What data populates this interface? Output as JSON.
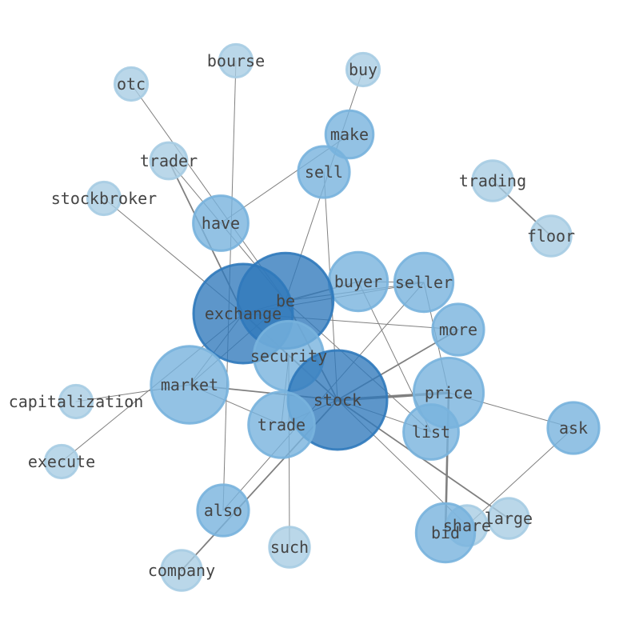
{
  "colors": {
    "edge": "#808080",
    "label": "#444444",
    "node_light": "#a6cce3",
    "node_mid": "#78b3dd",
    "node_dark": "#2f79bb"
  },
  "nodes": [
    {
      "id": "bourse",
      "label": "bourse",
      "weight": 0.1
    },
    {
      "id": "buy",
      "label": "buy",
      "weight": 0.1
    },
    {
      "id": "otc",
      "label": "otc",
      "weight": 0.1
    },
    {
      "id": "make",
      "label": "make",
      "weight": 0.3
    },
    {
      "id": "trader",
      "label": "trader",
      "weight": 0.15
    },
    {
      "id": "sell",
      "label": "sell",
      "weight": 0.35
    },
    {
      "id": "trading",
      "label": "trading",
      "weight": 0.2
    },
    {
      "id": "stockbroker",
      "label": "stockbroker",
      "weight": 0.1
    },
    {
      "id": "have",
      "label": "have",
      "weight": 0.4
    },
    {
      "id": "floor",
      "label": "floor",
      "weight": 0.2
    },
    {
      "id": "buyer",
      "label": "buyer",
      "weight": 0.45
    },
    {
      "id": "seller",
      "label": "seller",
      "weight": 0.45
    },
    {
      "id": "be",
      "label": "be",
      "weight": 0.95
    },
    {
      "id": "exchange",
      "label": "exchange",
      "weight": 1.0
    },
    {
      "id": "more",
      "label": "more",
      "weight": 0.35
    },
    {
      "id": "security",
      "label": "security",
      "weight": 0.6
    },
    {
      "id": "market",
      "label": "market",
      "weight": 0.7
    },
    {
      "id": "capitalization",
      "label": "capitalization",
      "weight": 0.1
    },
    {
      "id": "stock",
      "label": "stock",
      "weight": 1.0
    },
    {
      "id": "price",
      "label": "price",
      "weight": 0.6
    },
    {
      "id": "trade",
      "label": "trade",
      "weight": 0.55
    },
    {
      "id": "list",
      "label": "list",
      "weight": 0.4
    },
    {
      "id": "ask",
      "label": "ask",
      "weight": 0.35
    },
    {
      "id": "execute",
      "label": "execute",
      "weight": 0.1
    },
    {
      "id": "also",
      "label": "also",
      "weight": 0.35
    },
    {
      "id": "large",
      "label": "large",
      "weight": 0.2
    },
    {
      "id": "share",
      "label": "share",
      "weight": 0.2
    },
    {
      "id": "bid",
      "label": "bid",
      "weight": 0.45
    },
    {
      "id": "such",
      "label": "such",
      "weight": 0.2
    },
    {
      "id": "company",
      "label": "company",
      "weight": 0.2
    }
  ],
  "edges": [
    {
      "source": "trading",
      "target": "floor",
      "weight": 2
    },
    {
      "source": "stock",
      "target": "price",
      "weight": 4
    },
    {
      "source": "price",
      "target": "bid",
      "weight": 3
    },
    {
      "source": "stock",
      "target": "exchange",
      "weight": 2
    },
    {
      "source": "stock",
      "target": "market",
      "weight": 2
    },
    {
      "source": "stock",
      "target": "be",
      "weight": 2
    },
    {
      "source": "stock",
      "target": "company",
      "weight": 2
    },
    {
      "source": "stock",
      "target": "share",
      "weight": 1
    },
    {
      "source": "stock",
      "target": "large",
      "weight": 2
    },
    {
      "source": "stock",
      "target": "list",
      "weight": 1
    },
    {
      "source": "stock",
      "target": "sell",
      "weight": 1
    },
    {
      "source": "stock",
      "target": "more",
      "weight": 2
    },
    {
      "source": "stock",
      "target": "trade",
      "weight": 1
    },
    {
      "source": "exchange",
      "target": "trader",
      "weight": 2
    },
    {
      "source": "exchange",
      "target": "stockbroker",
      "weight": 1
    },
    {
      "source": "exchange",
      "target": "market",
      "weight": 1
    },
    {
      "source": "exchange",
      "target": "more",
      "weight": 1
    },
    {
      "source": "exchange",
      "target": "execute",
      "weight": 1
    },
    {
      "source": "exchange",
      "target": "seller",
      "weight": 1
    },
    {
      "source": "exchange",
      "target": "buyer",
      "weight": 1
    },
    {
      "source": "exchange",
      "target": "security",
      "weight": 1
    },
    {
      "source": "be",
      "target": "buy",
      "weight": 1
    },
    {
      "source": "be",
      "target": "otc",
      "weight": 1
    },
    {
      "source": "be",
      "target": "buyer",
      "weight": 1
    },
    {
      "source": "be",
      "target": "seller",
      "weight": 1
    },
    {
      "source": "be",
      "target": "list",
      "weight": 1
    },
    {
      "source": "be",
      "target": "trader",
      "weight": 1
    },
    {
      "source": "be",
      "target": "market",
      "weight": 1
    },
    {
      "source": "have",
      "target": "make",
      "weight": 1
    },
    {
      "source": "bourse",
      "target": "also",
      "weight": 1
    },
    {
      "source": "buyer",
      "target": "seller",
      "weight": 1
    },
    {
      "source": "buyer",
      "target": "list",
      "weight": 1
    },
    {
      "source": "seller",
      "target": "price",
      "weight": 1
    },
    {
      "source": "seller",
      "target": "also",
      "weight": 1
    },
    {
      "source": "security",
      "target": "trade",
      "weight": 1
    },
    {
      "source": "security",
      "target": "such",
      "weight": 1
    },
    {
      "source": "market",
      "target": "capitalization",
      "weight": 1
    },
    {
      "source": "market",
      "target": "trade",
      "weight": 1
    },
    {
      "source": "price",
      "target": "ask",
      "weight": 1
    },
    {
      "source": "ask",
      "target": "share",
      "weight": 1
    }
  ]
}
